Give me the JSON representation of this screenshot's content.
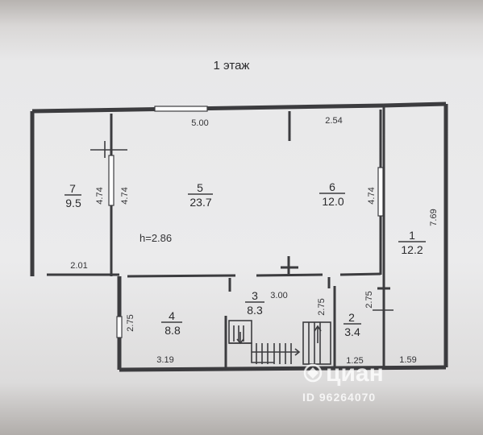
{
  "title": "1 этаж",
  "rooms": [
    {
      "id": "7",
      "area": "9.5"
    },
    {
      "id": "5",
      "area": "23.7"
    },
    {
      "id": "6",
      "area": "12.0"
    },
    {
      "id": "1",
      "area": "12.2"
    },
    {
      "id": "4",
      "area": "8.8"
    },
    {
      "id": "3",
      "area": "8.3"
    },
    {
      "id": "2",
      "area": "3.4"
    }
  ],
  "ceiling_height": "h=2.86",
  "dimensions": {
    "top_room5": "5.00",
    "top_room6": "2.54",
    "room7_height": "4.74",
    "room5_height": "4.74",
    "room6_height": "4.74",
    "room1_height": "7.69",
    "room7_width": "2.01",
    "room3_width": "3.00",
    "room4_height": "2.75",
    "room3_height": "2.75",
    "room2_height": "2.75",
    "room4_width": "3.19",
    "room2_width": "1.25",
    "room1_width": "1.59"
  },
  "watermark": {
    "brand": "циан",
    "id_text": "ID 96264070"
  }
}
